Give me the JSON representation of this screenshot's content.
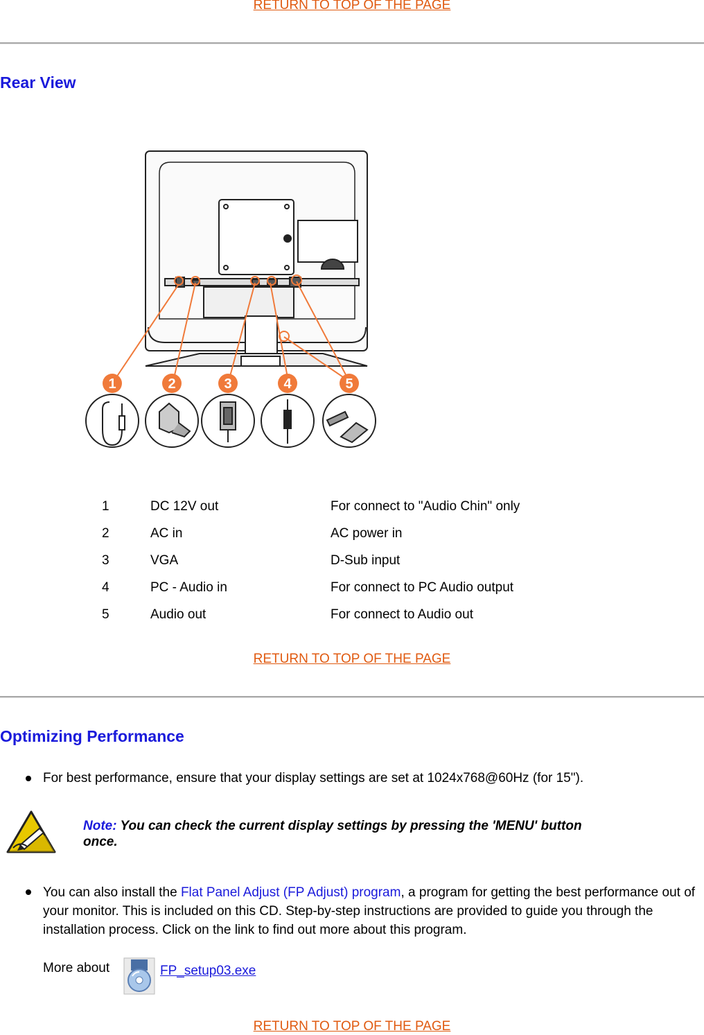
{
  "return_link": "RETURN TO TOP OF THE PAGE",
  "rear_view": {
    "heading": "Rear View",
    "callouts": [
      "1",
      "2",
      "3",
      "4",
      "5"
    ],
    "ports": [
      {
        "num": "1",
        "port": "DC 12V out",
        "desc": "For connect to \"Audio Chin\" only"
      },
      {
        "num": "2",
        "port": "AC in",
        "desc": "AC power in"
      },
      {
        "num": "3",
        "port": "VGA",
        "desc": "D-Sub input"
      },
      {
        "num": "4",
        "port": "PC - Audio in",
        "desc": "For connect to PC Audio output"
      },
      {
        "num": "5",
        "port": "Audio out",
        "desc": "For connect to Audio out"
      }
    ]
  },
  "optimizing": {
    "heading": "Optimizing Performance",
    "bullet1": "For best performance, ensure that your display settings are set at 1024x768@60Hz (for 15\").",
    "note_label": "Note:",
    "note_text": "You can check the current display settings by pressing the 'MENU' button once.",
    "bullet2_pre": "You can also install the ",
    "bullet2_link": "Flat Panel Adjust (FP Adjust) program",
    "bullet2_post": ", a program for getting the best performance out of your monitor. This is included on this CD. Step-by-step instructions are provided to guide you through the installation process. Click on the link to find out more about this program.",
    "more_about": "More about",
    "download_link": "FP_setup03.exe"
  },
  "icons": {
    "note": "note-pencil-icon",
    "cd": "cd-setup-icon"
  },
  "colors": {
    "heading": "#1a1adb",
    "link": "#e05a10",
    "callout": "#f07a3a"
  }
}
